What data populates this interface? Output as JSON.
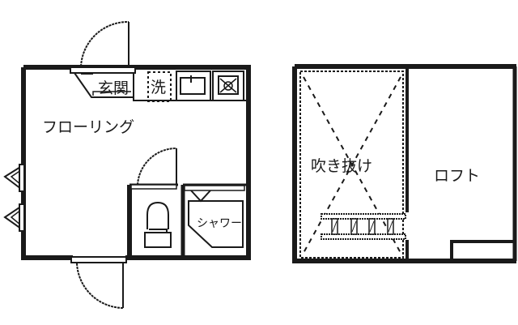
{
  "floor_plan": {
    "first_floor": {
      "rooms": {
        "genkan": "玄関",
        "washer": "洗",
        "living": "フローリング",
        "shower": "シャワー"
      },
      "fixtures": [
        "sink",
        "stove",
        "toilet",
        "washer-space",
        "shower-unit"
      ],
      "doors": 3,
      "windows": 2
    },
    "loft_floor": {
      "rooms": {
        "void": "吹き抜け",
        "loft": "ロフト"
      },
      "fixtures": [
        "ladder"
      ]
    },
    "colors": {
      "line": "#1a1a1a",
      "background": "#ffffff"
    }
  }
}
